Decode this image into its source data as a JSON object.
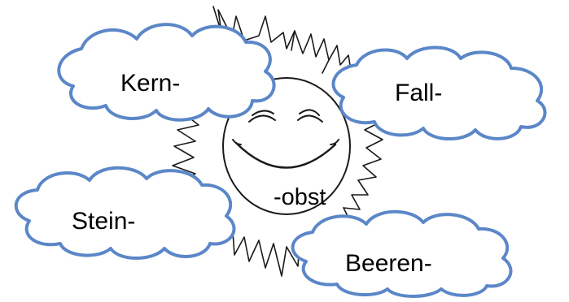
{
  "center": {
    "label": "-obst"
  },
  "clouds": [
    {
      "id": "kern",
      "label": "Kern-"
    },
    {
      "id": "fall",
      "label": "Fall-"
    },
    {
      "id": "stein",
      "label": "Stein-"
    },
    {
      "id": "beeren",
      "label": "Beeren-"
    }
  ],
  "colors": {
    "cloud_outline": "#5b87c9",
    "cloud_fill": "#ffffff",
    "sun_ink": "#1a1a1a",
    "text": "#000000"
  }
}
